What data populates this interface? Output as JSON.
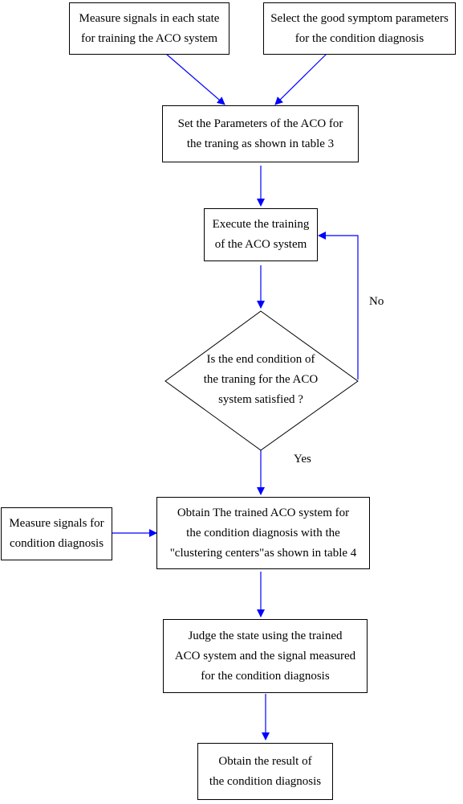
{
  "nodes": {
    "measure_training": [
      "Measure signals in each state",
      "for training the ACO system"
    ],
    "select_parameters": [
      "Select the good symptom parameters",
      "for the condition diagnosis"
    ],
    "set_parameters": [
      "Set the Parameters of the ACO for",
      "the traning as shown in table 3"
    ],
    "execute_training": [
      "Execute the training",
      "of the ACO system"
    ],
    "end_condition": [
      "Is the end condition of",
      "the traning for the ACO",
      "system satisfied ?"
    ],
    "measure_diagnosis": [
      "Measure signals for",
      "condition diagnosis"
    ],
    "obtain_trained": [
      "Obtain The trained ACO system for",
      "the condition diagnosis with the",
      "\"clustering centers\"as shown in table 4"
    ],
    "judge_state": [
      "Judge the state using the trained",
      "ACO system and the signal measured",
      "for the condition diagnosis"
    ],
    "obtain_result": [
      "Obtain the result of",
      "the condition diagnosis"
    ]
  },
  "labels": {
    "no": "No",
    "yes": "Yes"
  },
  "colors": {
    "arrow": "#0000ff",
    "border": "#000000"
  }
}
